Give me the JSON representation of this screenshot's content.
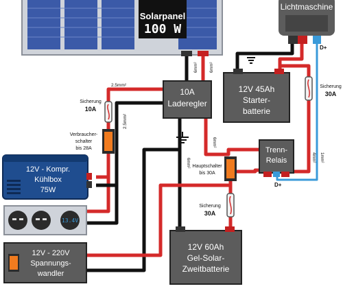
{
  "solar_panel": {
    "label": "Solarpanel",
    "power": "100 W"
  },
  "alternator": {
    "label": "Lichtmaschine"
  },
  "charge_controller": {
    "line1": "10A",
    "line2": "Laderegler"
  },
  "starter_battery": {
    "line1": "12V 45Ah",
    "line2": "Starter-",
    "line3": "batterie"
  },
  "relay": {
    "line1": "Trenn-",
    "line2": "Relais"
  },
  "cooler": {
    "line1": "12V - Kompr.",
    "line2": "Kühlbox",
    "line3": "75W"
  },
  "usb_panel": {
    "voltmeter": "13.4V"
  },
  "inverter": {
    "line1": "12V - 220V",
    "line2": "Spannungs-",
    "line3": "wandler"
  },
  "second_battery": {
    "line1": "12V 60Ah",
    "line2": "Gel-Solar-",
    "line3": "Zweitbatterie"
  },
  "fuse_left": {
    "line1": "Sicherung",
    "line2": "10A"
  },
  "fuse_right": {
    "line1": "Sicherung",
    "line2": "30A"
  },
  "fuse_bottom": {
    "line1": "Sicherung",
    "line2": "30A"
  },
  "consumer_switch": {
    "line1": "Verbraucher-",
    "line2": "schalter",
    "line3": "bis 28A"
  },
  "main_switch": {
    "line1": "Hauptschalter",
    "line2": "bis 30A"
  },
  "wire_labels": {
    "w25": "2.5mm²",
    "w25v": "2.5mm²",
    "w6a": "6mm²",
    "w6b": "6mm²",
    "w6c": "6mm²",
    "w6d": "6mm²",
    "w4": "4mm²",
    "w1": "1mm²"
  },
  "terminals": {
    "dplus_top": "D+",
    "dplus_relay": "D+"
  },
  "colors": {
    "red_wire": "#d42a2a",
    "black_wire": "#111111",
    "blue_wire": "#3a9ad9",
    "panel_cell": "#3b5aa8",
    "device_gray": "#5c5c5c",
    "cooler_blue": "#1f4d8f",
    "switch_orange": "#f07b1f"
  }
}
